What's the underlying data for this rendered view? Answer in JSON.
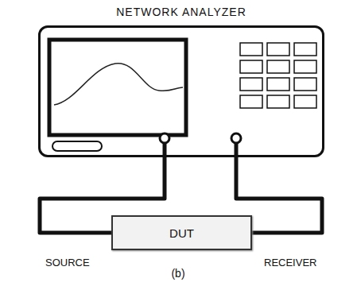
{
  "diagram": {
    "caption": "(b)",
    "nodes": [
      {
        "text": [
          "NETWORK ANALYZER"
        ]
      },
      {
        "text": [
          "DUT"
        ]
      }
    ],
    "edges": [
      {
        "from": 0,
        "to": 1,
        "arrow": "none",
        "label": "SOURCE"
      },
      {
        "from": 0,
        "to": 1,
        "arrow": "none",
        "label": "RECEIVER"
      }
    ]
  }
}
